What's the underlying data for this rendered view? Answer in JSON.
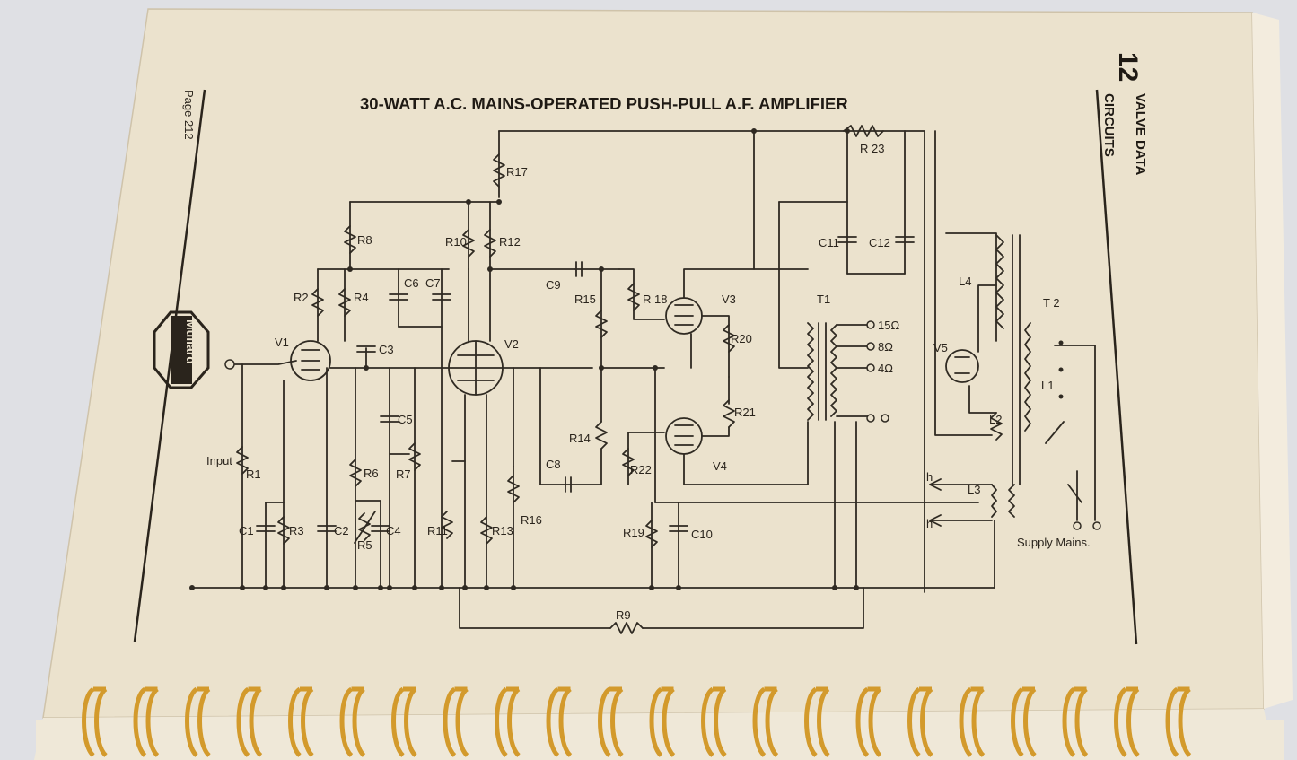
{
  "page": {
    "title": "30-WATT A.C. MAINS-OPERATED PUSH-PULL A.F. AMPLIFIER",
    "page_number": "Page 212",
    "section_number": "12",
    "section_title_line1": "VALVE DATA",
    "section_title_line2": "CIRCUITS",
    "logo_text": "Mullard"
  },
  "schematic": {
    "input_label": "Input",
    "supply_label": "Supply Mains.",
    "valves": [
      "V1",
      "V2",
      "V3",
      "V4",
      "V5"
    ],
    "resistors": [
      "R1",
      "R2",
      "R3",
      "R4",
      "R5",
      "R6",
      "R7",
      "R8",
      "R9",
      "R10",
      "R11",
      "R12",
      "R13",
      "R14",
      "R15",
      "R16",
      "R17",
      "R 18",
      "R19",
      "R20",
      "R21",
      "R22",
      "R 23"
    ],
    "capacitors": [
      "C1",
      "C2",
      "C3",
      "C4",
      "C5",
      "C6",
      "C7",
      "C8",
      "C9",
      "C10",
      "C11",
      "C12"
    ],
    "transformers": [
      "T1",
      "T 2"
    ],
    "inductors": [
      "L1",
      "L2",
      "L3",
      "L4"
    ],
    "output_taps": [
      "15Ω",
      "8Ω",
      "4Ω"
    ],
    "heater_label": "h"
  },
  "colors": {
    "paper": "#ece3cf",
    "ink": "#2f2a22",
    "binding": "#d39a2c",
    "background": "#dfe0e4"
  }
}
